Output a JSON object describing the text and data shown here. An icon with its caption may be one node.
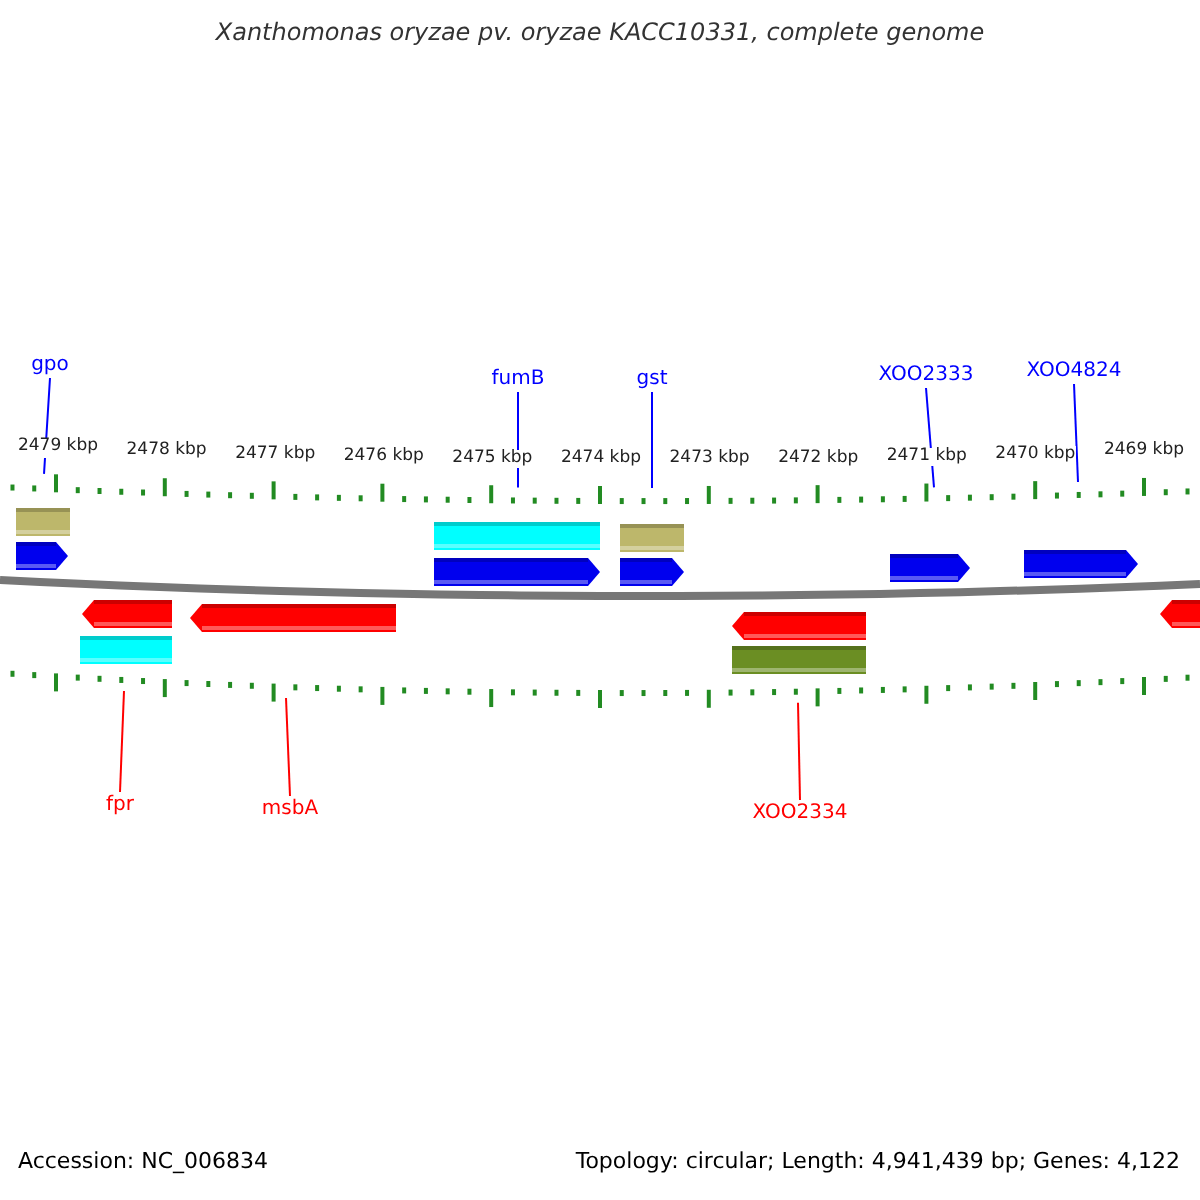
{
  "diagram": {
    "title": "Xanthomonas oryzae pv. oryzae KACC10331, complete genome",
    "nodes": [
      {
        "text": [
          "gpo"
        ]
      },
      {
        "text": [
          "fumB"
        ]
      },
      {
        "text": [
          "gst"
        ]
      },
      {
        "text": [
          "XOO2333"
        ]
      },
      {
        "text": [
          "XOO4824"
        ]
      },
      {
        "text": [
          "fpr"
        ]
      },
      {
        "text": [
          "msbA"
        ]
      },
      {
        "text": [
          "XOO2334"
        ]
      }
    ],
    "edges": [
      {
        "from": 0,
        "to": null,
        "arrow": "none"
      },
      {
        "from": 1,
        "to": null,
        "arrow": "none"
      },
      {
        "from": 2,
        "to": null,
        "arrow": "none"
      },
      {
        "from": 3,
        "to": null,
        "arrow": "none"
      },
      {
        "from": 4,
        "to": null,
        "arrow": "none"
      },
      {
        "from": 5,
        "to": null,
        "arrow": "none",
        "color": "#ff0000"
      },
      {
        "from": 6,
        "to": null,
        "arrow": "none",
        "color": "#ff0000"
      },
      {
        "from": 7,
        "to": null,
        "arrow": "none",
        "color": "#ff0000"
      }
    ],
    "labels": [
      "2479 kbp",
      "2478 kbp",
      "2477 kbp",
      "2476 kbp",
      "2475 kbp",
      "2474 kbp",
      "2473 kbp",
      "2472 kbp",
      "2471 kbp",
      "2470 kbp",
      "2469 kbp",
      "Accession: NC_006834",
      "Topology: circular; Length: 4,941,439 bp; Genes: 4,122"
    ]
  }
}
